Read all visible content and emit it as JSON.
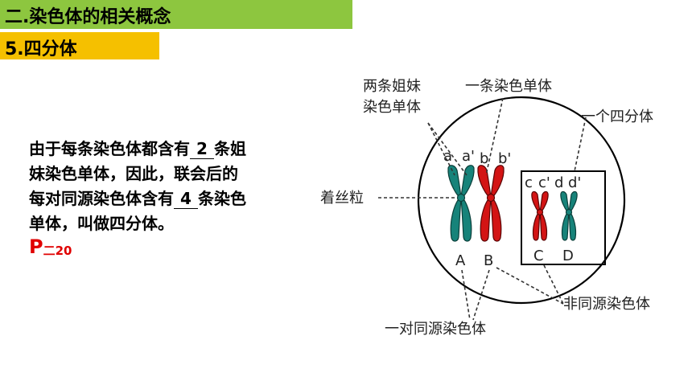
{
  "header": {
    "section_title": "二.染色体的相关概念",
    "subsection_title": "5.四分体"
  },
  "paragraph": {
    "line1_pre": "由于每条染色体都含有",
    "blank1": "2",
    "line1_post": "条姐",
    "line2": "妹染色单体，因此，联会后的",
    "line3_pre": "每对同源染色体含有",
    "blank2": "4",
    "line3_post": "条染色",
    "line4": "单体，叫做四分体。"
  },
  "page_ref": {
    "letter": "P",
    "sub": "二20"
  },
  "diagram": {
    "labels": {
      "sister_chromatids_l1": "两条姐妹",
      "sister_chromatids_l2": "染色单体",
      "one_chromatid": "一条染色单体",
      "one_tetrad": "一个四分体",
      "centromere": "着丝粒",
      "non_homologous": "非同源染色体",
      "homologous_pair": "一对同源染色体"
    },
    "chromatid_letters": {
      "a": "a",
      "a_prime": "a'",
      "b": "b",
      "b_prime": "b'",
      "c": "c",
      "c_prime": "c'",
      "d": "d",
      "d_prime": "d'"
    },
    "chromosome_letters": {
      "A": "A",
      "B": "B",
      "C": "C",
      "D": "D"
    },
    "colors": {
      "teal": "#17837a",
      "red": "#d31414"
    }
  }
}
